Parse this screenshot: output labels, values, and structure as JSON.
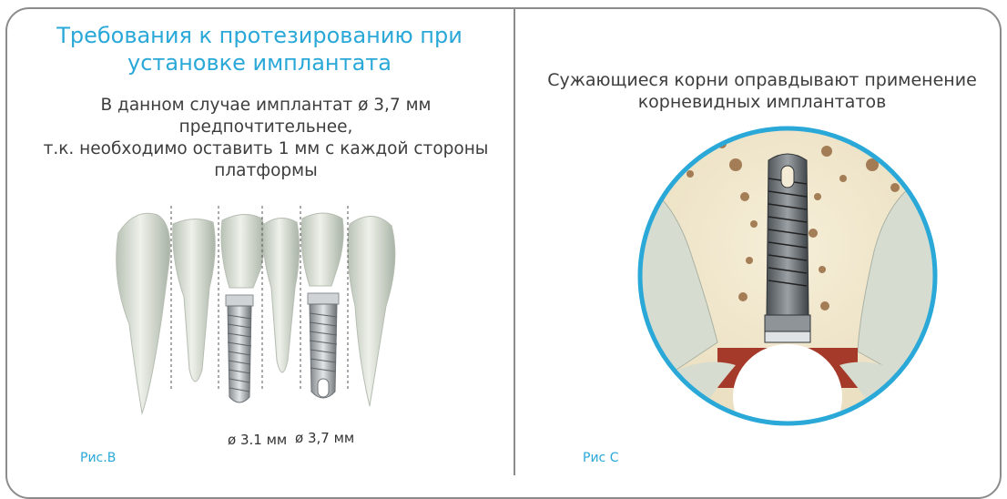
{
  "left_panel": {
    "title_lines": [
      "Требования к протезированию при",
      "установке имплантата"
    ],
    "description_lines": [
      "В данном случае имплантат ø 3,7 мм",
      "предпочтительнее,",
      "т.к. необходимо оставить 1 мм с каждой стороны",
      "платформы"
    ],
    "implant_labels": [
      "ø 3.1 мм",
      "ø  3,7 мм"
    ],
    "figure_caption": "Рис.B"
  },
  "right_panel": {
    "title_lines": [
      "Сужающиеся корни оправдывают применение",
      "корневидных имплантатов"
    ],
    "figure_caption": "Рис С"
  },
  "colors": {
    "frame": "#8c8c8c",
    "title_accent": "#2aa8d8",
    "text": "#3d3d3d",
    "tooth": "#d9dfd6",
    "bone": "#f3e9cf",
    "gum": "#a63a2a"
  }
}
